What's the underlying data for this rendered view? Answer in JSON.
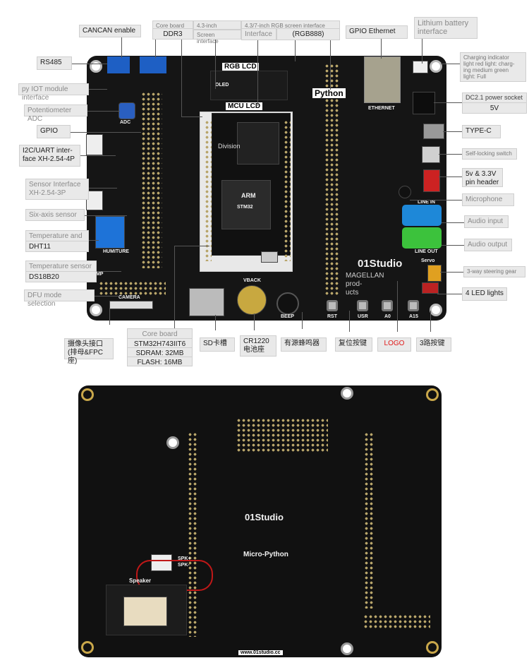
{
  "top_labels": {
    "can_enable": "CANCAN enable",
    "core_slot": "Core board slot",
    "ddr3": "DDR3",
    "mcu_oled": "4.3-inch MCUOLED",
    "screen_interface": "Screen interface",
    "rgb_interface": "4.3/7-inch RGB screen interface",
    "interface": "Interface",
    "rgb888": "(RGB888)",
    "gpio_ethernet": "GPIO Ethernet",
    "lithium": "Lithium battery\ninterface"
  },
  "left_labels": {
    "rs485": "RS485",
    "pyiot": "py IOT module interface",
    "pot": "Potentiometer ADC",
    "gpio": "GPIO",
    "i2c": "I2C/UART inter-\nface XH-2.54-4P",
    "sensor": "Sensor Interface\nXH-2.54-3P",
    "six_axis": "Six-axis sensor",
    "temp_dht_1": "Temperature and",
    "temp_dht_2": "DHT11",
    "temp_ds_1": "Temperature sensor",
    "temp_ds_2": "DS18B20",
    "dfu": "DFU mode selection"
  },
  "right_labels": {
    "charging": "Charging indicator\nlight red light: charg-\ning medium green\nlight: Full",
    "dc_1": "DC2.1 power socket",
    "dc_2": "5V",
    "typec": "TYPE-C",
    "self_lock": "Self-locking switch",
    "pin_header": "5v & 3.3V\npin header",
    "mic": "Microphone",
    "audio_in": "Audio input",
    "audio_out": "Audio output",
    "servo": "3-way steering gear",
    "led": "4 LED lights"
  },
  "bottom_labels": {
    "camera": "摄像头接口\n(排母&FPC座)",
    "core_1": "Core board",
    "core_2": "STM32H743IIT6",
    "core_3": "SDRAM: 32MB",
    "core_4": "FLASH: 16MB",
    "sd": "SD卡槽",
    "cr1220": "CR1220\n电池座",
    "buzzer": "有源蜂鸣器",
    "reset": "复位按键",
    "logo": "LOGO",
    "keys": "3路按键"
  },
  "inline_labels": {
    "division": "Division",
    "magellan": "MAGELLAN prod-\nucts"
  },
  "board_silk": {
    "rgb_lcd": "RGB LCD",
    "python": "Python",
    "mcu_lcd": "MCU LCD",
    "oled": "OLED",
    "brand": "01Studio",
    "camera": "CAMERA",
    "vback": "VBACK",
    "beep": "BEEP",
    "ethernet": "ETHERNET",
    "rst": "RST",
    "usr": "USR",
    "a0": "A0",
    "a15": "A15",
    "adc": "ADC",
    "servo": "Servo",
    "arm": "ARM",
    "stm": "STM32",
    "line_in": "LINE IN",
    "line_out": "LINE OUT",
    "humiture": "HUMITURE",
    "temp": "TEMP"
  },
  "back_silk": {
    "brand": "01Studio",
    "mp": "Micro-Python",
    "speaker": "Speaker",
    "spk_p": "SPK+",
    "spk_n": "SPK-",
    "url": "www.01studio.cc"
  }
}
